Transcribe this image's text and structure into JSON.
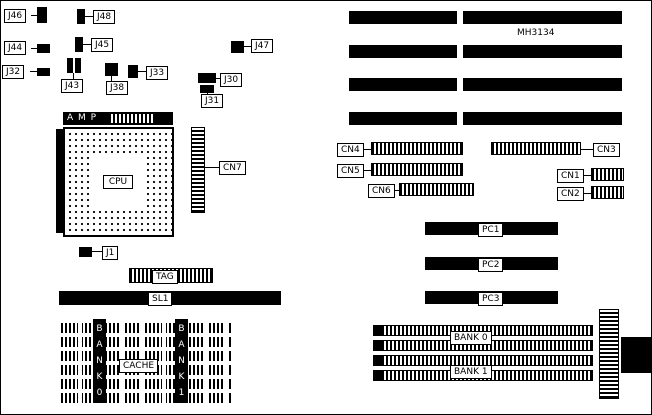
{
  "labels": {
    "j46": "J46",
    "j48": "J48",
    "j44": "J44",
    "j45": "J45",
    "j32": "J32",
    "j43": "J43",
    "j38": "J38",
    "j33": "J33",
    "j47": "J47",
    "j30": "J30",
    "j31": "J31",
    "amp": "A M P",
    "cpu": "CPU",
    "cn7": "CN7",
    "j1": "J1",
    "tag": "TAG",
    "sl1": "SL1",
    "mh3134": "MH3134",
    "cn4": "CN4",
    "cn5": "CN5",
    "cn6": "CN6",
    "cn3": "CN3",
    "cn1": "CN1",
    "cn2": "CN2",
    "pc1": "PC1",
    "pc2": "PC2",
    "pc3": "PC3",
    "bank0": "BANK 0",
    "bank1": "BANK 1",
    "cache": "CACHE",
    "bank0_vertical": "B\nA\nN\nK\n0",
    "bank1_vertical": "B\nA\nN\nK\n1"
  },
  "colors": {
    "board_bg": "#ffffff",
    "ink": "#000000"
  }
}
